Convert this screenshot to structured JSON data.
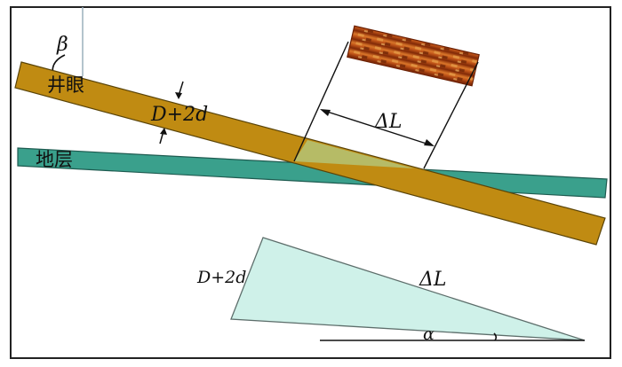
{
  "labels": {
    "beta": "β",
    "borehole": "井眼",
    "thickness_top": "D+2d",
    "delta_l_top": "ΔL",
    "formation": "地层",
    "thickness_bottom": "D+2d",
    "delta_l_bottom": "ΔL",
    "alpha": "α"
  },
  "colors": {
    "border": "#222222",
    "borehole": "#C08B12",
    "formation": "#3AA08C",
    "overlap": "#B5BE6C",
    "triangle_fill": "#CFF1E9",
    "triangle_stroke": "#5D6E6B",
    "core_sample": "#B24A12",
    "vertical_line": "#9AB0BC"
  }
}
